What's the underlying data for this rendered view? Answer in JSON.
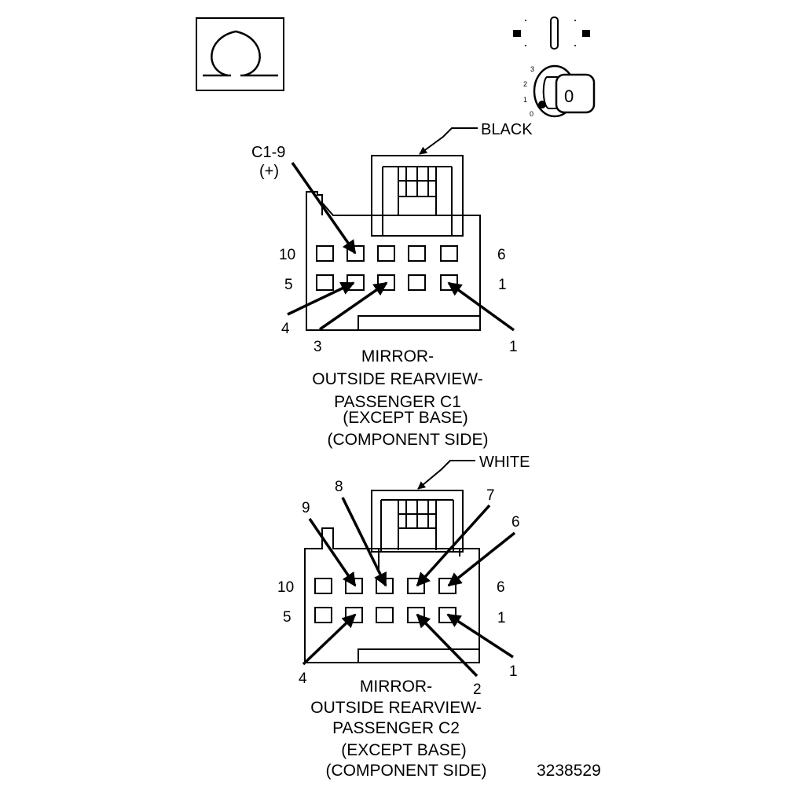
{
  "tool_icon": {
    "symbol": "Ω"
  },
  "key_icon": {
    "positions": [
      "3",
      "2",
      "1",
      "0"
    ],
    "key_label": "0"
  },
  "c1": {
    "color_label": "BLACK",
    "callout_pin": "C1-9",
    "callout_polarity": "(+)",
    "row_labels": {
      "top_left": "10",
      "top_right": "6",
      "bottom_left": "5",
      "bottom_right": "1"
    },
    "callouts": [
      "4",
      "3",
      "1"
    ],
    "caption": [
      "MIRROR-",
      "OUTSIDE REARVIEW-",
      "PASSENGER C1",
      "(EXCEPT BASE)",
      "(COMPONENT SIDE)"
    ]
  },
  "c2": {
    "color_label": "WHITE",
    "row_labels": {
      "top_left": "10",
      "top_right": "6",
      "bottom_left": "5",
      "bottom_right": "1"
    },
    "callouts": [
      "9",
      "8",
      "7",
      "6",
      "4",
      "2",
      "1"
    ],
    "caption": [
      "MIRROR-",
      "OUTSIDE REARVIEW-",
      "PASSENGER C2",
      "(EXCEPT BASE)",
      "(COMPONENT SIDE)"
    ]
  },
  "figure_number": "3238529"
}
